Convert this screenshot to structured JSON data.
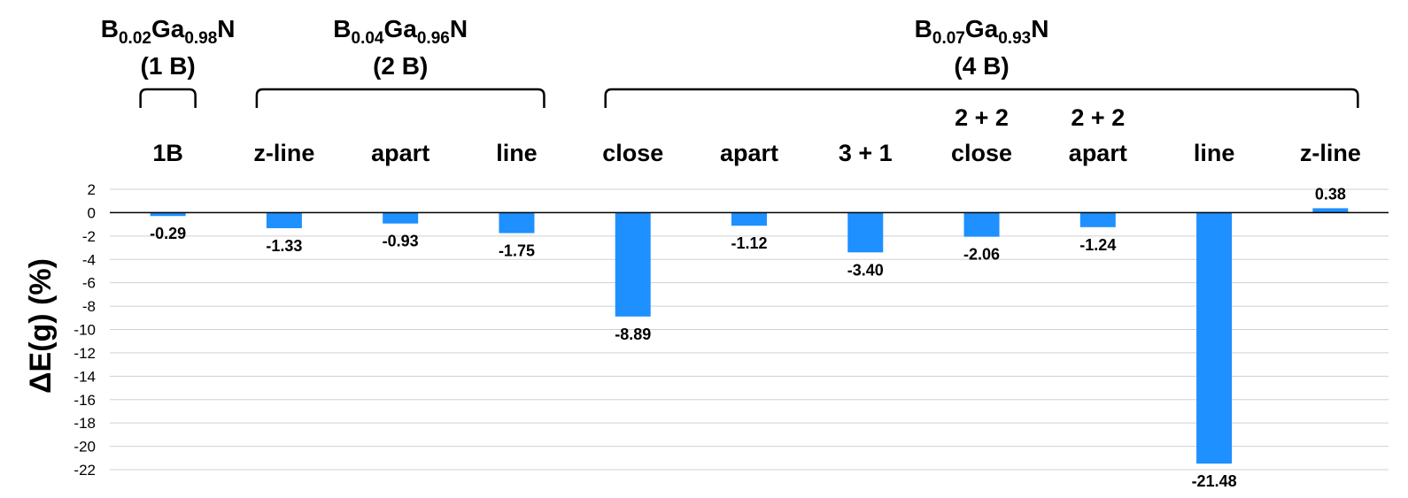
{
  "chart_data": {
    "type": "bar",
    "ylabel": "ΔE(g) (%)",
    "ylim": [
      -22,
      2
    ],
    "yticks": [
      2,
      0,
      -2,
      -4,
      -6,
      -8,
      -10,
      -12,
      -14,
      -16,
      -18,
      -20,
      -22
    ],
    "grid": true,
    "bar_color": "#1e90ff",
    "categories": [
      {
        "lines": [
          "1B"
        ],
        "value": -0.29,
        "label": "-0.29"
      },
      {
        "lines": [
          "z-line"
        ],
        "value": -1.33,
        "label": "-1.33"
      },
      {
        "lines": [
          "apart"
        ],
        "value": -0.93,
        "label": "-0.93"
      },
      {
        "lines": [
          "line"
        ],
        "value": -1.75,
        "label": "-1.75"
      },
      {
        "lines": [
          "close"
        ],
        "value": -8.89,
        "label": "-8.89"
      },
      {
        "lines": [
          "apart"
        ],
        "value": -1.12,
        "label": "-1.12"
      },
      {
        "lines": [
          "3 + 1"
        ],
        "value": -3.4,
        "label": "-3.40"
      },
      {
        "lines": [
          "2 + 2",
          "close"
        ],
        "value": -2.06,
        "label": "-2.06"
      },
      {
        "lines": [
          "2 + 2",
          "apart"
        ],
        "value": -1.24,
        "label": "-1.24"
      },
      {
        "lines": [
          "line"
        ],
        "value": -21.48,
        "label": "-21.48"
      },
      {
        "lines": [
          "z-line"
        ],
        "value": 0.38,
        "label": "0.38"
      }
    ],
    "groups": [
      {
        "formula": [
          [
            "B",
            ""
          ],
          [
            "0.02",
            "sub"
          ],
          [
            "Ga",
            ""
          ],
          [
            "0.98",
            "sub"
          ],
          [
            "N",
            ""
          ]
        ],
        "count": "(1 B)",
        "first": 0,
        "last": 0
      },
      {
        "formula": [
          [
            "B",
            ""
          ],
          [
            "0.04",
            "sub"
          ],
          [
            "Ga",
            ""
          ],
          [
            "0.96",
            "sub"
          ],
          [
            "N",
            ""
          ]
        ],
        "count": "(2 B)",
        "first": 1,
        "last": 3
      },
      {
        "formula": [
          [
            "B",
            ""
          ],
          [
            "0.07",
            "sub"
          ],
          [
            "Ga",
            ""
          ],
          [
            "0.93",
            "sub"
          ],
          [
            "N",
            ""
          ]
        ],
        "count": "(4 B)",
        "first": 4,
        "last": 10
      }
    ]
  }
}
